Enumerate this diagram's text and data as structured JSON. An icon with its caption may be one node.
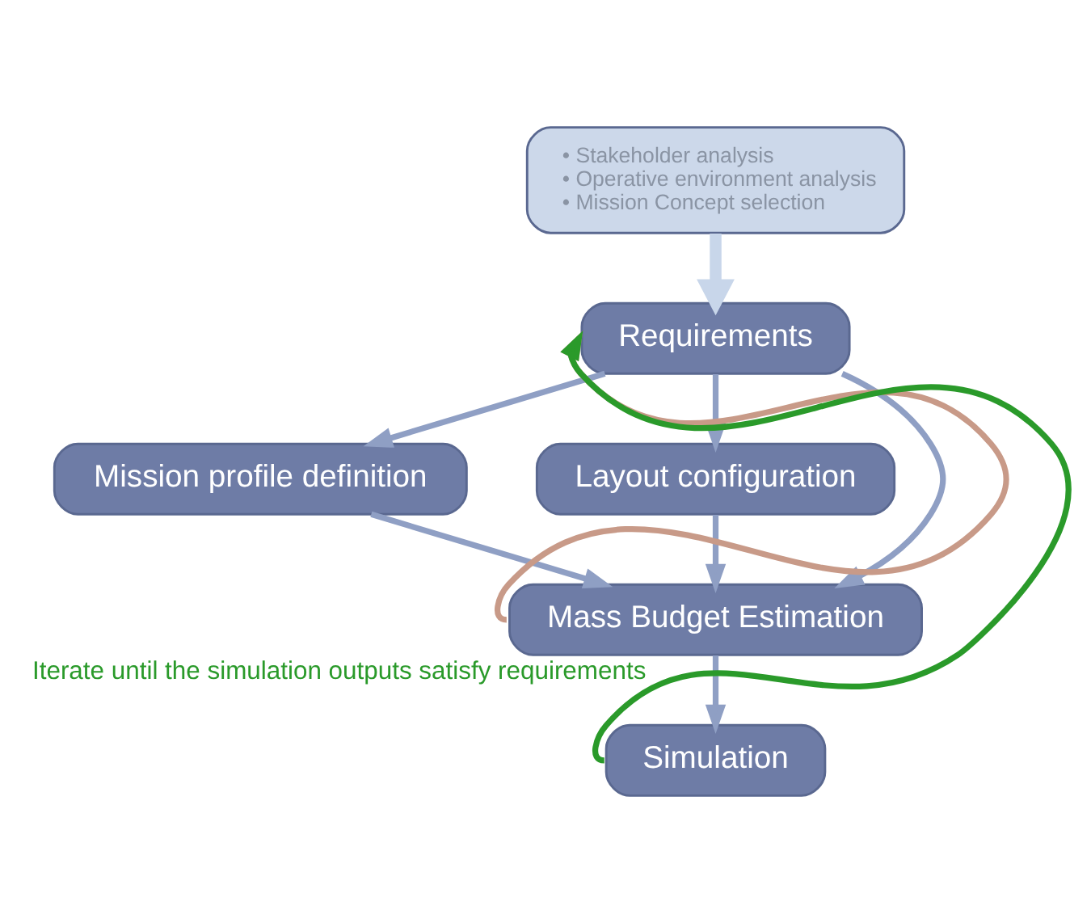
{
  "diagram": {
    "nodes": [
      {
        "text": [
          "• Stakeholder analysis",
          "• Operative environment analysis",
          "• Mission Concept selection"
        ]
      },
      {
        "text": [
          "Requirements"
        ]
      },
      {
        "text": [
          "Mission profile definition"
        ]
      },
      {
        "text": [
          "Layout configuration"
        ]
      },
      {
        "text": [
          "Mass Budget Estimation"
        ]
      },
      {
        "text": [
          "Simulation"
        ]
      }
    ],
    "edges": [
      {
        "from": 0,
        "to": 1,
        "arrow": "to",
        "style": "thick",
        "color": "#c8d6ea"
      },
      {
        "from": 1,
        "to": 2,
        "arrow": "to"
      },
      {
        "from": 1,
        "to": 3,
        "arrow": "to"
      },
      {
        "from": 2,
        "to": 4,
        "arrow": "to"
      },
      {
        "from": 3,
        "to": 4,
        "arrow": "to"
      },
      {
        "from": 1,
        "to": 4,
        "arrow": "to"
      },
      {
        "from": 4,
        "to": 5,
        "arrow": "to"
      },
      {
        "from": 5,
        "to": 1,
        "arrow": "to",
        "label": "Iterate until the simulation outputs satisfy requirements",
        "color": "#2a9a2a"
      },
      {
        "from": 4,
        "to": 1,
        "arrow": "to",
        "color": "#c89a88"
      }
    ]
  }
}
